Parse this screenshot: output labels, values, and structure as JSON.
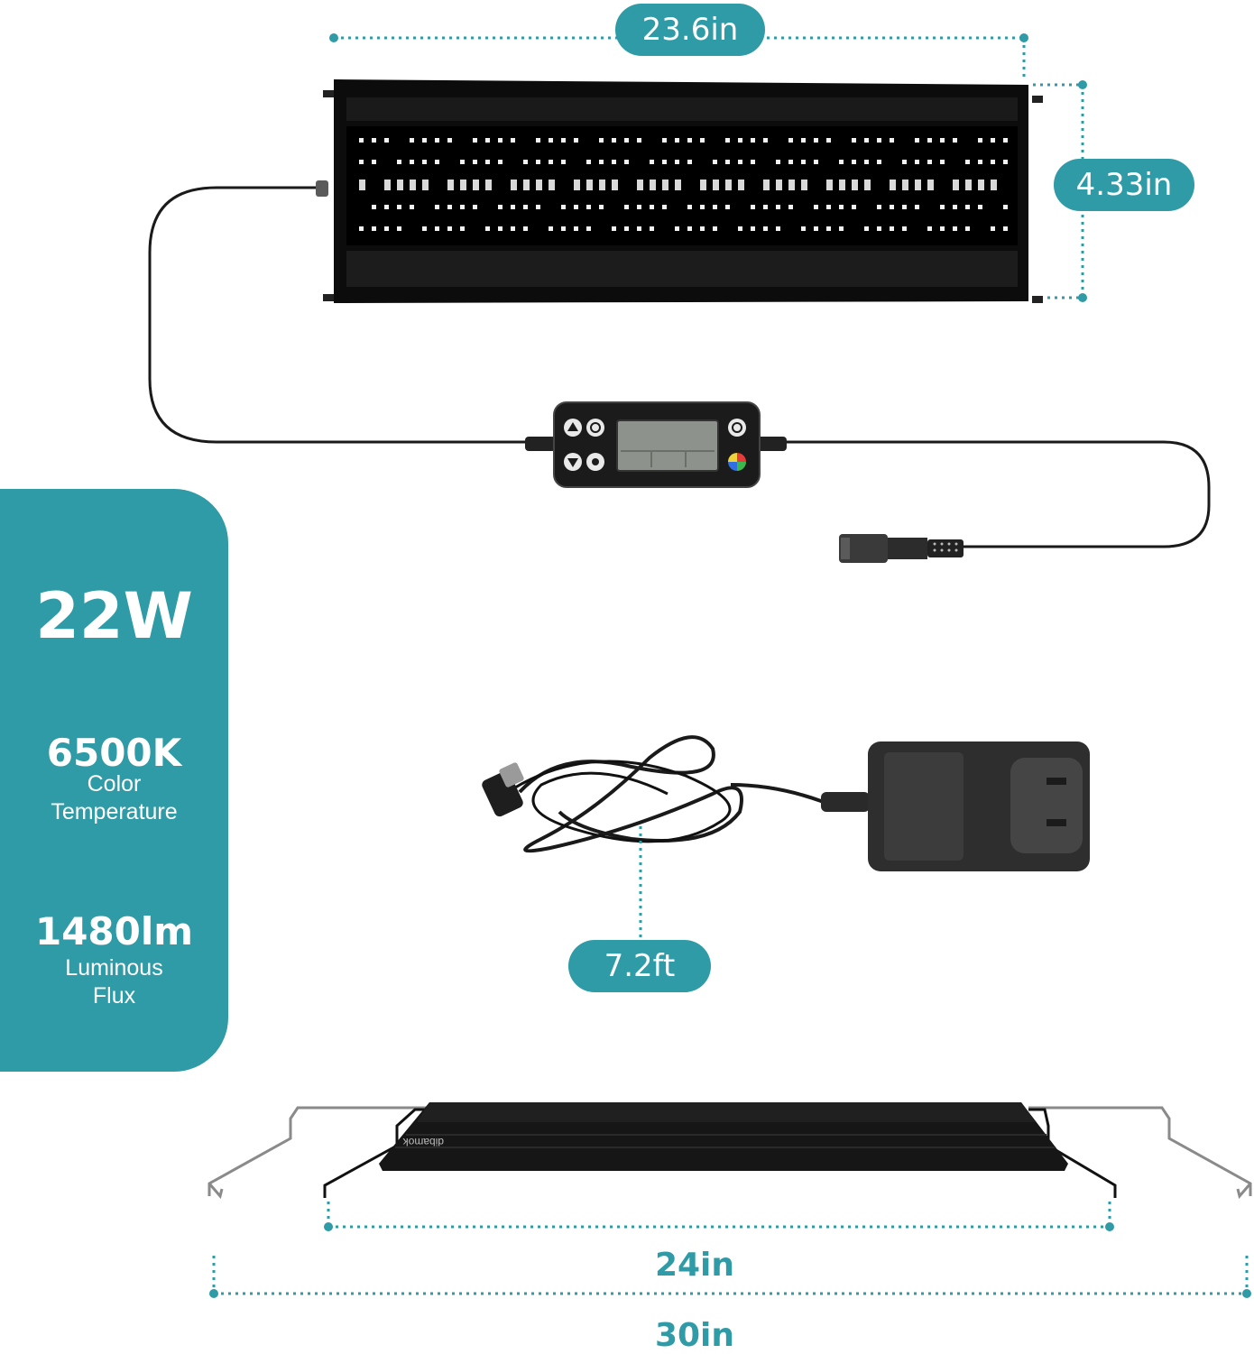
{
  "dimensions": {
    "light_width": "23.6in",
    "light_height": "4.33in",
    "cord_length": "7.2ft",
    "min_length": "24in",
    "max_length": "30in"
  },
  "specs": {
    "power": "22W",
    "color_temp_value": "6500K",
    "color_temp_label_1": "Color",
    "color_temp_label_2": "Temperature",
    "flux_value": "1480lm",
    "flux_label_1": "Luminous",
    "flux_label_2": "Flux"
  },
  "colors": {
    "accent": "#2e9ba6",
    "fixture": "#111111"
  },
  "icons": [
    "up-arrow-icon",
    "power-icon",
    "down-arrow-icon",
    "sun-icon",
    "clock-icon",
    "color-wheel-icon"
  ]
}
